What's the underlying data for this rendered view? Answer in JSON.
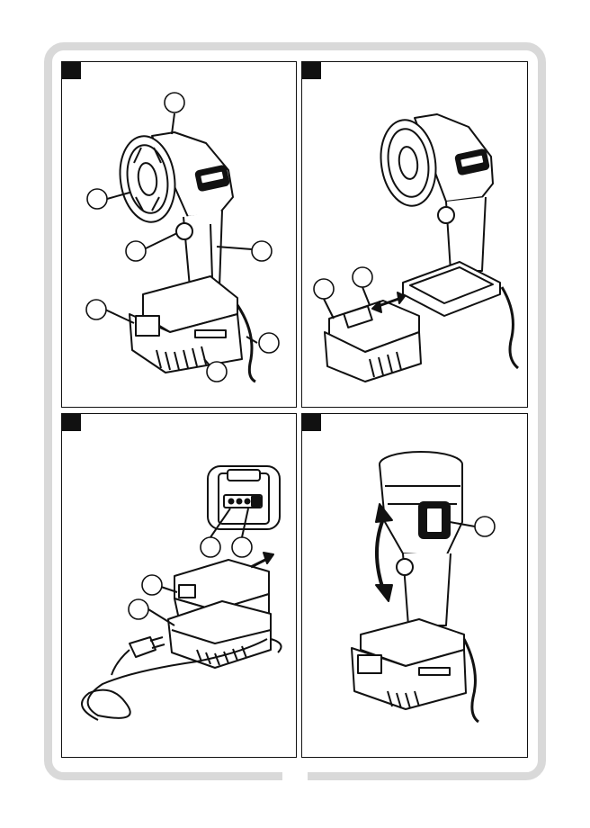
{
  "page": {
    "background": "#ffffff",
    "frame_color": "#d9d9d9",
    "ink": "#111111"
  },
  "figures": [
    {
      "id": "A",
      "label": "",
      "callouts": 7
    },
    {
      "id": "B",
      "label": "",
      "callouts": 2
    },
    {
      "id": "C",
      "label": "",
      "callouts": 4
    },
    {
      "id": "D",
      "label": "",
      "callouts": 1
    }
  ]
}
